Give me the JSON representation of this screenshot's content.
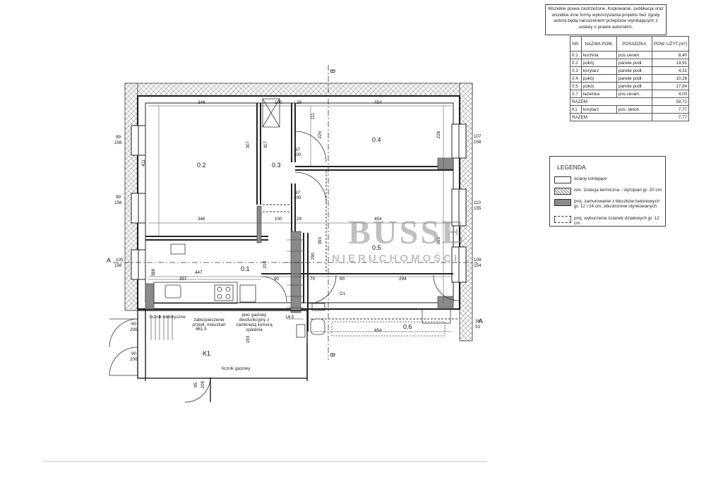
{
  "copyright": "Wszelkie prawa zastrzeżone. Kopiowanie, publikacja oraz wszelkie inne formy wykorzystania projektu bez zgody autora będą naruszeniem przepisów wynikających z ustawy o prawie autorskim.",
  "room_table": {
    "headers": [
      "NR.",
      "NAZWA POM.",
      "POSADZKA",
      "POW. UŻYT.(m²)"
    ],
    "rows": [
      [
        "0.1",
        "kuchnia",
        "pos.ceram.",
        "8,40"
      ],
      [
        "0.2",
        "pokój",
        "panele podł.",
        "14,91"
      ],
      [
        "0.3",
        "korytarz",
        "panele podł.",
        "4,31"
      ],
      [
        "0.4",
        "pokój",
        "panele podł.",
        "10,26"
      ],
      [
        "0.5",
        "pokój",
        "panele podł.",
        "17,84"
      ],
      [
        "0.7",
        "łazienka",
        "pos.ceram.",
        "4,00"
      ]
    ],
    "total1_label": "RAZEM",
    "total1_value": "59,72",
    "k1": [
      "K1",
      "korytarz",
      "pos. beton.",
      "7,77"
    ],
    "total2_label": "RAZEM",
    "total2_value": "7,77"
  },
  "legend": {
    "title": "LEGENDA",
    "items": [
      "ściany istniejące",
      "istn. izolacja termiczna - styropian gr. 20 cm",
      "proj. zamurowanie z bloczków betonowych gr. 12 i 24 cm, obustronnie otynkowanych",
      "proj. wyburzenia ścianek działowych gr. 12 cm"
    ]
  },
  "watermark": {
    "line1": "BUSSE",
    "line2": "NIERUCHOMOŚCI"
  },
  "rooms": {
    "r01": "0.1",
    "r02": "0.2",
    "r03": "0.3",
    "r04": "0.4",
    "r05": "0.5",
    "r06": "0.6",
    "k1": "K1"
  },
  "sections": {
    "a_left": "A",
    "a_right": "A",
    "b_top": "B",
    "b_bottom": "B"
  },
  "labels": {
    "meter_el": "licznik elektryczne",
    "protect": "zabezpieczenie przedl. mieszkań",
    "stove": "piec gazowy dwufunkcyjny z zamkniętą komorą spalania",
    "meter_gas": "licznik gazowy",
    "d1": "D1"
  },
  "dims": {
    "d346a": "346",
    "d100a": "100",
    "d29a": "29",
    "d454a": "454",
    "d346b": "346",
    "d100b": "100",
    "d29b": "29",
    "d454b": "454",
    "d447": "447",
    "d357": "357",
    "d90a": "90",
    "d70": "70",
    "d90b": "90",
    "d294": "294",
    "d4615": "461,5",
    "d145": "14,5",
    "d454c": "454",
    "d36": "36",
    "d53": "53",
    "w99a": "99",
    "w156a": "156",
    "w99b": "99",
    "w156b": "156",
    "w105": "105",
    "w156c": "156",
    "w107": "107",
    "w158": "158",
    "w110": "110",
    "w155": "155",
    "w109": "109",
    "w154": "154",
    "door90a": "90",
    "door200a": "200",
    "door90b": "90",
    "door200b": "200",
    "d95": "95",
    "d205": "205",
    "d97a": "97",
    "d200a": "200",
    "d97b": "97",
    "d200b": "200",
    "v307a": "307",
    "v307b": "307",
    "v411": "411",
    "v393a": "393",
    "v393b": "393",
    "v290": "290",
    "v228": "228",
    "v111": "111",
    "v226": "226",
    "v388": "388",
    "v203": "203",
    "v193": "193"
  }
}
